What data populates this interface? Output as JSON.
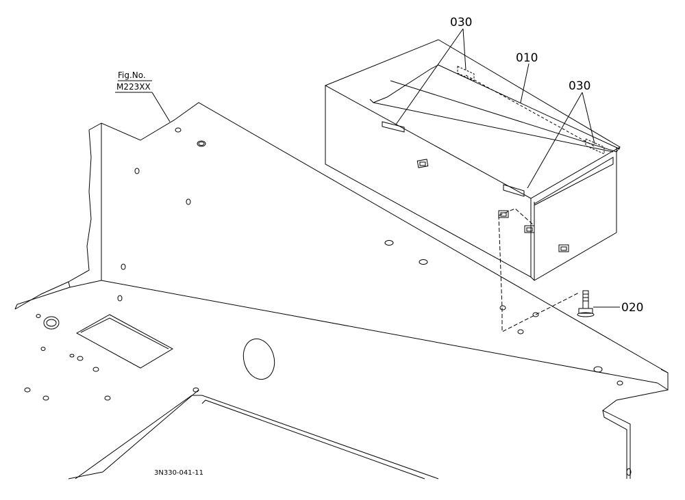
{
  "figure": {
    "ref_label": "Fig.No.",
    "ref_number": "M223XX",
    "drawing_code": "3N330-041-11"
  },
  "callouts": {
    "part_010": "010",
    "part_020": "020",
    "part_030_top": "030",
    "part_030_right": "030"
  },
  "colors": {
    "ink": "#000000",
    "paper": "#ffffff"
  }
}
